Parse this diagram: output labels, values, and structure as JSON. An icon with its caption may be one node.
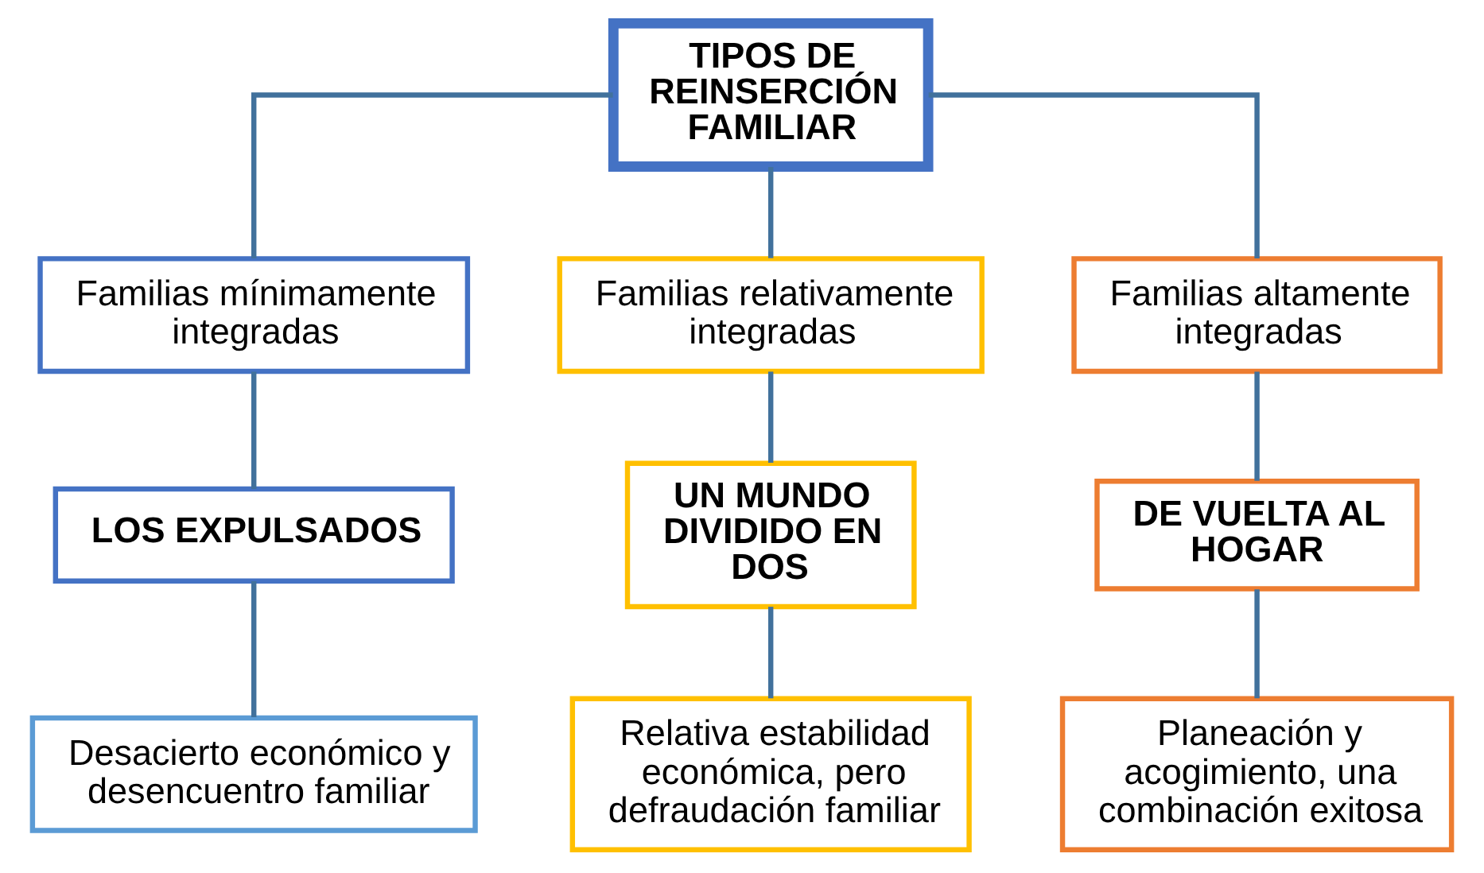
{
  "diagram": {
    "nodes": [
      {
        "text": [
          "TIPOS DE REINSERCIÓN FAMILIAR"
        ]
      },
      {
        "text": [
          "Familias mínimamente integradas"
        ]
      },
      {
        "text": [
          "Familias relativamente integradas"
        ]
      },
      {
        "text": [
          "Familias altamente integradas"
        ]
      },
      {
        "text": [
          "LOS EXPULSADOS"
        ]
      },
      {
        "text": [
          "UN MUNDO DIVIDIDO EN DOS"
        ]
      },
      {
        "text": [
          "DE VUELTA AL HOGAR"
        ]
      },
      {
        "text": [
          "Desacierto económico y desencuentro familiar"
        ]
      },
      {
        "text": [
          "Relativa estabilidad económica, pero defraudación familiar"
        ]
      },
      {
        "text": [
          "Planeación y acogimiento, una combinación exitosa"
        ]
      }
    ],
    "edges": [
      {
        "from": 0,
        "to": 1,
        "arrow": "none"
      },
      {
        "from": 0,
        "to": 2,
        "arrow": "none"
      },
      {
        "from": 0,
        "to": 3,
        "arrow": "none"
      },
      {
        "from": 1,
        "to": 4,
        "arrow": "none"
      },
      {
        "from": 2,
        "to": 5,
        "arrow": "none"
      },
      {
        "from": 3,
        "to": 6,
        "arrow": "none"
      },
      {
        "from": 4,
        "to": 7,
        "arrow": "none"
      },
      {
        "from": 5,
        "to": 8,
        "arrow": "none"
      },
      {
        "from": 6,
        "to": 9,
        "arrow": "none"
      }
    ]
  }
}
